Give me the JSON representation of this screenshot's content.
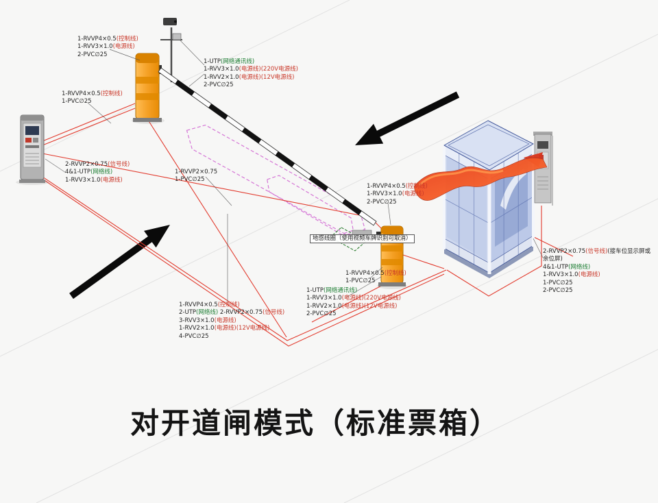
{
  "title": "对开道闸模式（标准票箱）",
  "colors": {
    "barrier_orange": "#f6a020",
    "cable_red": "#e23b2e",
    "island_magenta": "#cf5fd0",
    "booth_blue": "#cdd7ee",
    "awning_red": "#e8401c",
    "arrow_black": "#0a0a0a"
  },
  "labels": {
    "g1": {
      "rows": [
        [
          {
            "t": "1-RVVP4×0.5",
            "c": "dark"
          },
          {
            "t": "(控制线)",
            "c": "red"
          }
        ],
        [
          {
            "t": "1-RVV3×1.0",
            "c": "dark"
          },
          {
            "t": "(电源线)",
            "c": "red"
          }
        ],
        [
          {
            "t": "2-PVC∅25",
            "c": "dark"
          }
        ]
      ]
    },
    "g2": {
      "rows": [
        [
          {
            "t": "1-RVVP4×0.5",
            "c": "dark"
          },
          {
            "t": "(控制线)",
            "c": "red"
          }
        ],
        [
          {
            "t": "1-PVC∅25",
            "c": "dark"
          }
        ]
      ]
    },
    "g3": {
      "rows": [
        [
          {
            "t": "1-UTP",
            "c": "dark"
          },
          {
            "t": "(网络通讯线)",
            "c": "green"
          }
        ],
        [
          {
            "t": "1-RVV3×1.0",
            "c": "dark"
          },
          {
            "t": "(电源线)",
            "c": "red"
          },
          {
            "t": "(220V电源线)",
            "c": "red"
          }
        ],
        [
          {
            "t": "1-RVV2×1.0",
            "c": "dark"
          },
          {
            "t": "(电源线)",
            "c": "red"
          },
          {
            "t": "(12V电源线)",
            "c": "red"
          }
        ],
        [
          {
            "t": "2-PVC∅25",
            "c": "dark"
          }
        ]
      ]
    },
    "g4": {
      "rows": [
        [
          {
            "t": "2-RVVP2×0.75",
            "c": "dark"
          },
          {
            "t": "(信号线)",
            "c": "red"
          }
        ],
        [
          {
            "t": "4&1-UTP",
            "c": "dark"
          },
          {
            "t": "(网络线)",
            "c": "green"
          }
        ],
        [
          {
            "t": "1-RVV3×1.0",
            "c": "dark"
          },
          {
            "t": "(电源线)",
            "c": "red"
          }
        ]
      ]
    },
    "g5": {
      "rows": [
        [
          {
            "t": "1-RVVP2×0.75",
            "c": "dark"
          }
        ],
        [
          {
            "t": "1-PVC∅25",
            "c": "dark"
          }
        ]
      ]
    },
    "g6": {
      "rows": [
        [
          {
            "t": "1-RVVP4×0.5",
            "c": "dark"
          },
          {
            "t": "(控制线)",
            "c": "red"
          }
        ],
        [
          {
            "t": "1-RVV3×1.0",
            "c": "dark"
          },
          {
            "t": "(电源线)",
            "c": "red"
          }
        ],
        [
          {
            "t": "2-PVC∅25",
            "c": "dark"
          }
        ]
      ]
    },
    "g7": {
      "rows": [
        [
          {
            "t": "地感线圈（使用视频车牌识别可取消）",
            "c": "dark"
          }
        ]
      ]
    },
    "g8": {
      "rows": [
        [
          {
            "t": "1-RVVP4×0.5",
            "c": "dark"
          },
          {
            "t": "(控制线)",
            "c": "red"
          }
        ],
        [
          {
            "t": "1-PVC∅25",
            "c": "dark"
          }
        ]
      ]
    },
    "g9": {
      "rows": [
        [
          {
            "t": "1-UTP",
            "c": "dark"
          },
          {
            "t": "(网络通讯线)",
            "c": "green"
          }
        ],
        [
          {
            "t": "1-RVV3×1.0",
            "c": "dark"
          },
          {
            "t": "(电源线)",
            "c": "red"
          },
          {
            "t": "(220V电源线)",
            "c": "red"
          }
        ],
        [
          {
            "t": "1-RVV2×1.0",
            "c": "dark"
          },
          {
            "t": "(电源线)",
            "c": "red"
          },
          {
            "t": "(12V电源线)",
            "c": "red"
          }
        ],
        [
          {
            "t": "2-PVC∅25",
            "c": "dark"
          }
        ]
      ]
    },
    "g10": {
      "rows": [
        [
          {
            "t": "1-RVVP4×0.5",
            "c": "dark"
          },
          {
            "t": "(控制线)",
            "c": "red"
          }
        ],
        [
          {
            "t": "2-UTP",
            "c": "dark"
          },
          {
            "t": "(网络线)",
            "c": "green"
          },
          {
            "t": " 2-RVVP2×0.75",
            "c": "dark"
          },
          {
            "t": "(信号线)",
            "c": "red"
          }
        ],
        [
          {
            "t": "3-RVV3×1.0",
            "c": "dark"
          },
          {
            "t": "(电源线)",
            "c": "red"
          }
        ],
        [
          {
            "t": "1-RVV2×1.0",
            "c": "dark"
          },
          {
            "t": "(电源线)",
            "c": "red"
          },
          {
            "t": "(12V电源线)",
            "c": "red"
          }
        ],
        [
          {
            "t": "4-PVC∅25",
            "c": "dark"
          }
        ]
      ]
    },
    "g11": {
      "rows": [
        [
          {
            "t": "2-RVVP2×0.75",
            "c": "dark"
          },
          {
            "t": "(信号线)",
            "c": "red"
          },
          {
            "t": "(接车位显示屏或余位屏)",
            "c": "dark"
          }
        ],
        [
          {
            "t": "4&1-UTP",
            "c": "dark"
          },
          {
            "t": "(网络线)",
            "c": "green"
          }
        ],
        [
          {
            "t": "1-RVV3×1.0",
            "c": "dark"
          },
          {
            "t": "(电源线)",
            "c": "red"
          }
        ],
        [
          {
            "t": "1-PVC∅25",
            "c": "dark"
          }
        ],
        [
          {
            "t": "2-PVC∅25",
            "c": "dark"
          }
        ]
      ]
    }
  }
}
